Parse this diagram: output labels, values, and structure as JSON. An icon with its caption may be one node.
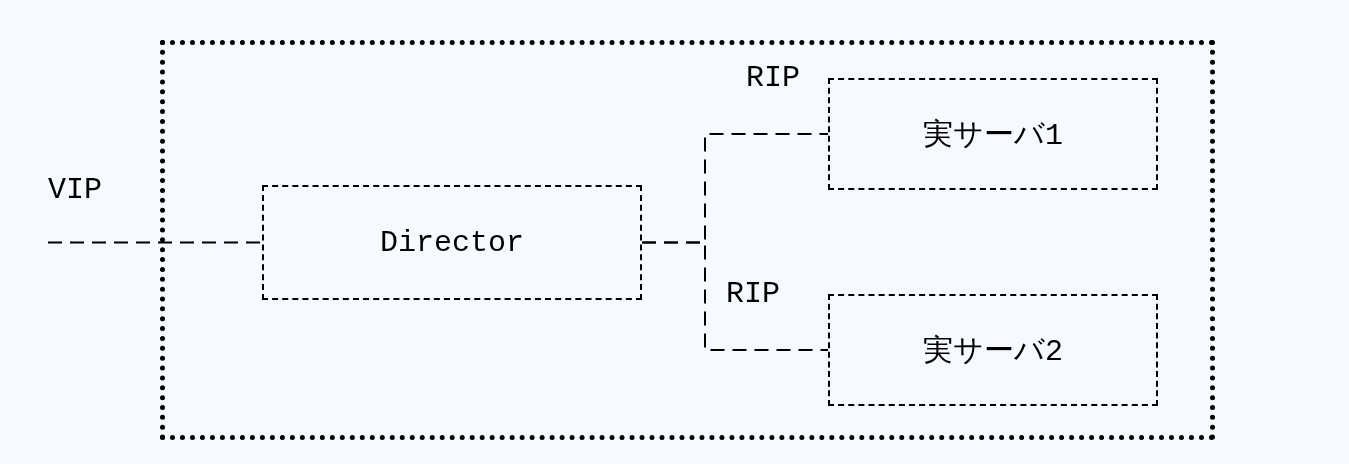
{
  "diagram": {
    "nodes": [
      {
        "text": [],
        "shape": "box"
      },
      {
        "text": [
          "Director"
        ],
        "in": 0
      },
      {
        "text": [
          "実サーバ1"
        ],
        "in": 0
      },
      {
        "text": [
          "実サーバ2"
        ],
        "in": 0
      }
    ],
    "edges": [
      {
        "from": null,
        "to": 1,
        "arrow": "none",
        "label": "VIP"
      },
      {
        "from": 1,
        "to": 2,
        "arrow": "none",
        "label": "RIP"
      },
      {
        "from": 1,
        "to": 3,
        "arrow": "none",
        "label": "RIP"
      }
    ]
  }
}
